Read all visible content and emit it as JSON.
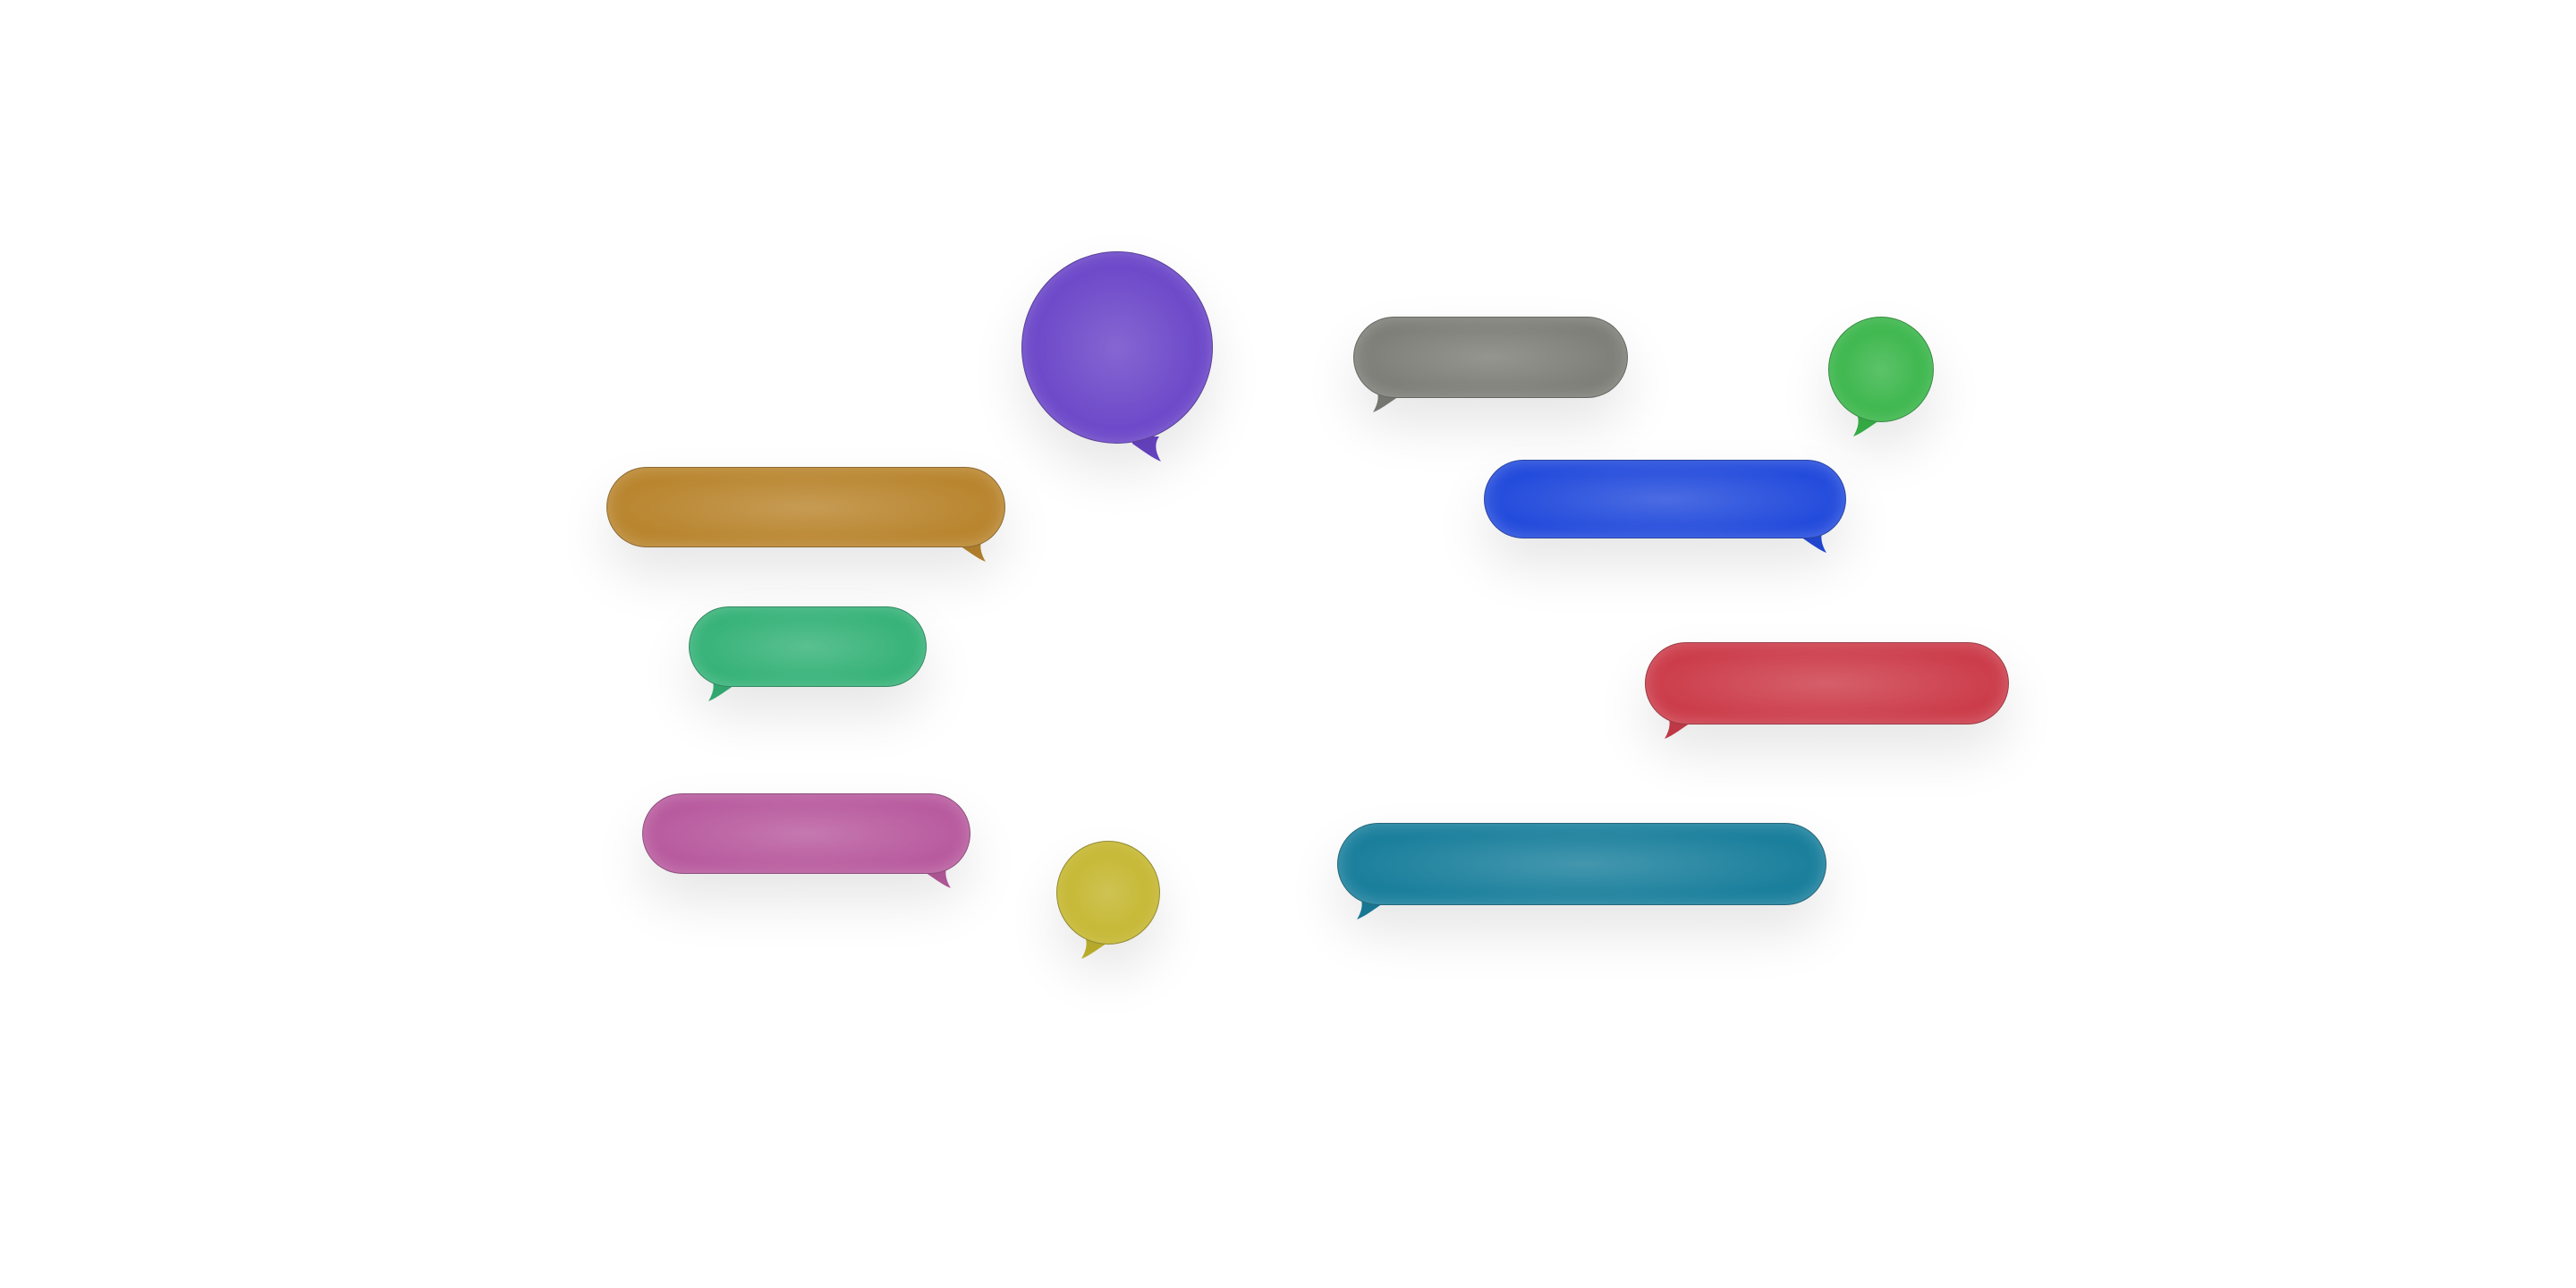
{
  "bubbles": [
    {
      "shape": "circle",
      "tail": "right",
      "color": "#6a45c8"
    },
    {
      "shape": "pill",
      "tail": "left",
      "color": "#7e7e78"
    },
    {
      "shape": "circle",
      "tail": "left",
      "color": "#38b548"
    },
    {
      "shape": "pill",
      "tail": "right",
      "color": "#b9852e"
    },
    {
      "shape": "pill",
      "tail": "right",
      "color": "#234bdc"
    },
    {
      "shape": "pill",
      "tail": "left",
      "color": "#35b277"
    },
    {
      "shape": "pill",
      "tail": "left",
      "color": "#cc3c4a"
    },
    {
      "shape": "pill",
      "tail": "right",
      "color": "#b85a9e"
    },
    {
      "shape": "circle",
      "tail": "left",
      "color": "#c4b62e"
    },
    {
      "shape": "pill",
      "tail": "left",
      "color": "#1a7f9c"
    }
  ]
}
